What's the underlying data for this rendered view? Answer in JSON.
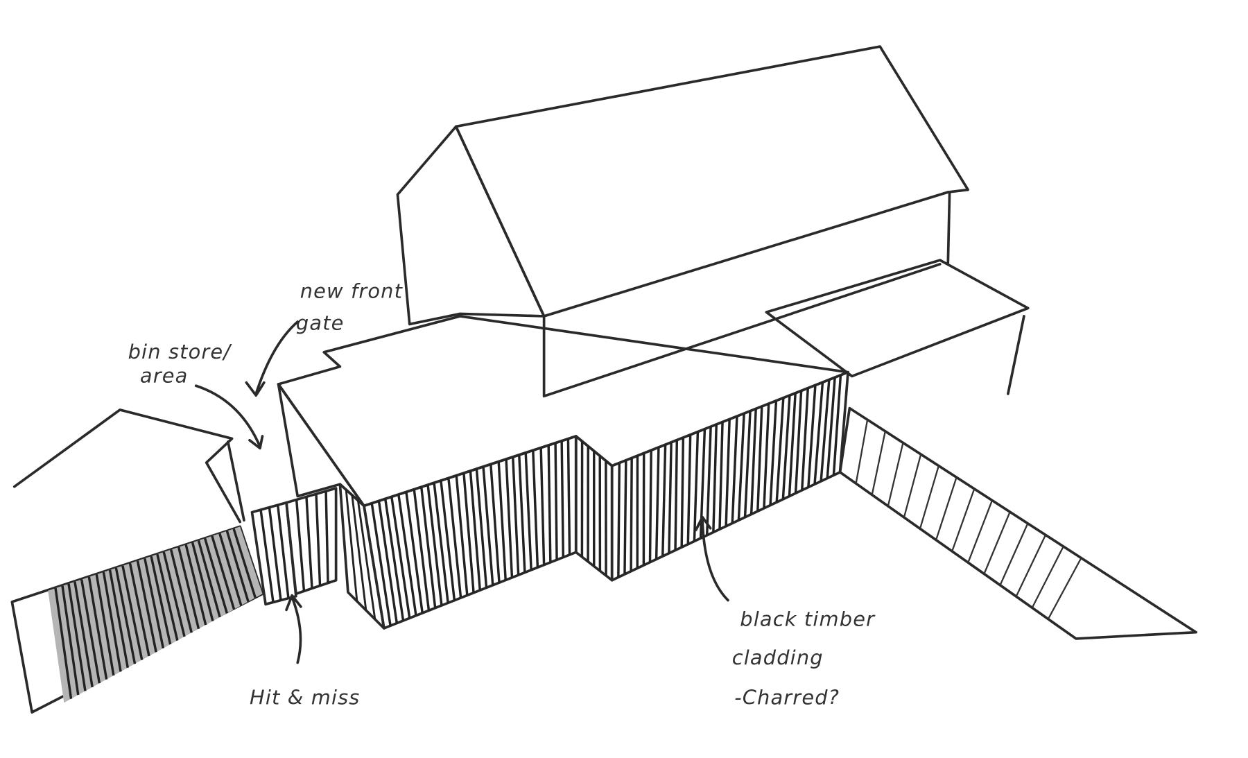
{
  "title": "Front extension concept sketch",
  "annotations": {
    "bin_store": [
      "bin store/",
      "area"
    ],
    "front_gate": [
      "new front",
      "gate"
    ],
    "hit_miss": "Hit & miss",
    "cladding": [
      "black timber",
      "cladding",
      "-Charred?"
    ]
  },
  "colors": {
    "ink": "#2a2a2a",
    "cladding": "#6e6e6e",
    "light_wall": "#e6e6e6",
    "fence_end": "#8c8c8c"
  }
}
